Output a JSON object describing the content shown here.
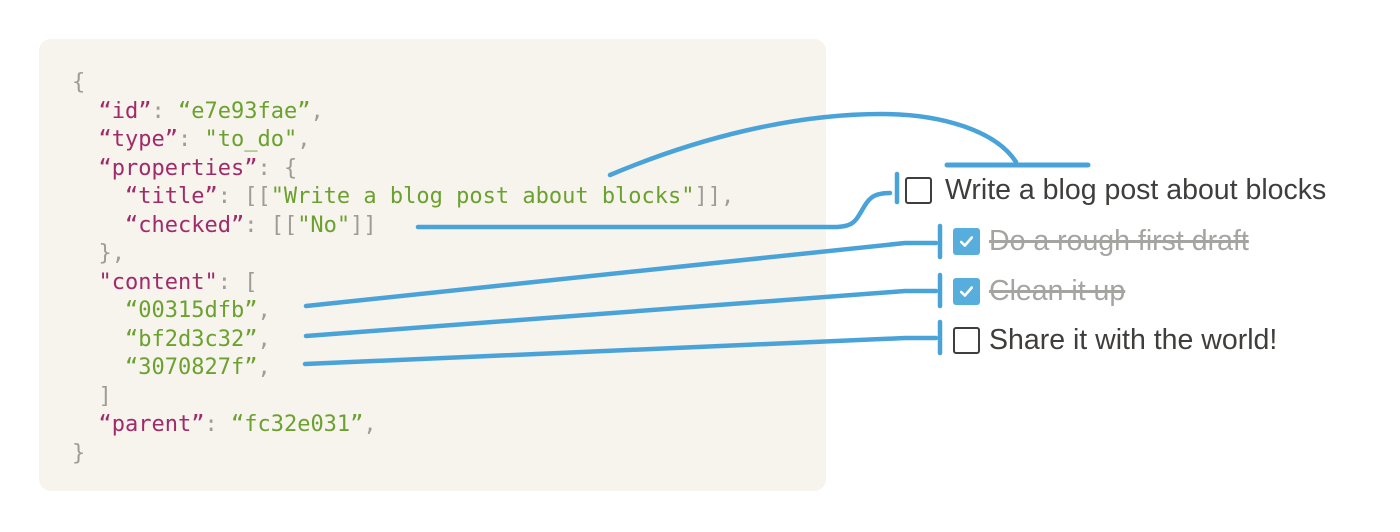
{
  "colors": {
    "accent_line": "#4aa3d8",
    "checkbox_checked_fill": "#57aedd",
    "checkbox_unchecked_border": "#3e3e3c",
    "code_key": "#a02b69",
    "code_string": "#6ba12f",
    "code_punct": "#9e9c96",
    "panel_background": "#f7f3ed",
    "todo_text": "#3f3e3c",
    "todo_done_text": "#a4a4a1"
  },
  "code_panel": {
    "language": "json",
    "lines": [
      [
        [
          "p",
          "{"
        ]
      ],
      [
        [
          "p",
          "  "
        ],
        [
          "k",
          "“id”"
        ],
        [
          "p",
          ": "
        ],
        [
          "s",
          "“e7e93fae”"
        ],
        [
          "p",
          ","
        ]
      ],
      [
        [
          "p",
          "  "
        ],
        [
          "k",
          "“type”"
        ],
        [
          "p",
          ": "
        ],
        [
          "s",
          "\"to_do\""
        ],
        [
          "p",
          ","
        ]
      ],
      [
        [
          "p",
          "  "
        ],
        [
          "k",
          "“properties”"
        ],
        [
          "p",
          ": {"
        ]
      ],
      [
        [
          "p",
          "    "
        ],
        [
          "k",
          "“title”"
        ],
        [
          "p",
          ": [["
        ],
        [
          "s",
          "\"Write a blog post about blocks\""
        ],
        [
          "p",
          "]],"
        ]
      ],
      [
        [
          "p",
          "    "
        ],
        [
          "k",
          "“checked”"
        ],
        [
          "p",
          ": [["
        ],
        [
          "s",
          "\"No\""
        ],
        [
          "p",
          "]]"
        ]
      ],
      [
        [
          "p",
          "  },"
        ]
      ],
      [
        [
          "p",
          "  "
        ],
        [
          "k",
          "\"content\""
        ],
        [
          "p",
          ": ["
        ]
      ],
      [
        [
          "p",
          "    "
        ],
        [
          "s",
          "“00315dfb”"
        ],
        [
          "p",
          ","
        ]
      ],
      [
        [
          "p",
          "    "
        ],
        [
          "s",
          "“bf2d3c32”"
        ],
        [
          "p",
          ","
        ]
      ],
      [
        [
          "p",
          "    "
        ],
        [
          "s",
          "“3070827f”"
        ],
        [
          "p",
          ","
        ]
      ],
      [
        [
          "p",
          "  ]"
        ]
      ],
      [
        [
          "p",
          "  "
        ],
        [
          "k",
          "“parent”"
        ],
        [
          "p",
          ": "
        ],
        [
          "s",
          "“fc32e031”"
        ],
        [
          "p",
          ","
        ]
      ],
      [
        [
          "p",
          "}"
        ]
      ]
    ]
  },
  "todo_list": {
    "items": [
      {
        "label": "Write a blog post about blocks",
        "checked": false,
        "struck": false
      },
      {
        "label": "Do a rough first draft",
        "checked": true,
        "struck": true
      },
      {
        "label": "Clean it up",
        "checked": true,
        "struck": true
      },
      {
        "label": "Share it with the world!",
        "checked": false,
        "struck": false
      }
    ]
  },
  "connections": [
    {
      "from": "title property",
      "to": "Write a blog post about blocks (text)"
    },
    {
      "from": "checked property",
      "to": "Write a blog post about blocks (checkbox)"
    },
    {
      "from": "content 00315dfb",
      "to": "Do a rough first draft"
    },
    {
      "from": "content bf2d3c32",
      "to": "Clean it up"
    },
    {
      "from": "content 3070827f",
      "to": "Share it with the world!"
    }
  ]
}
